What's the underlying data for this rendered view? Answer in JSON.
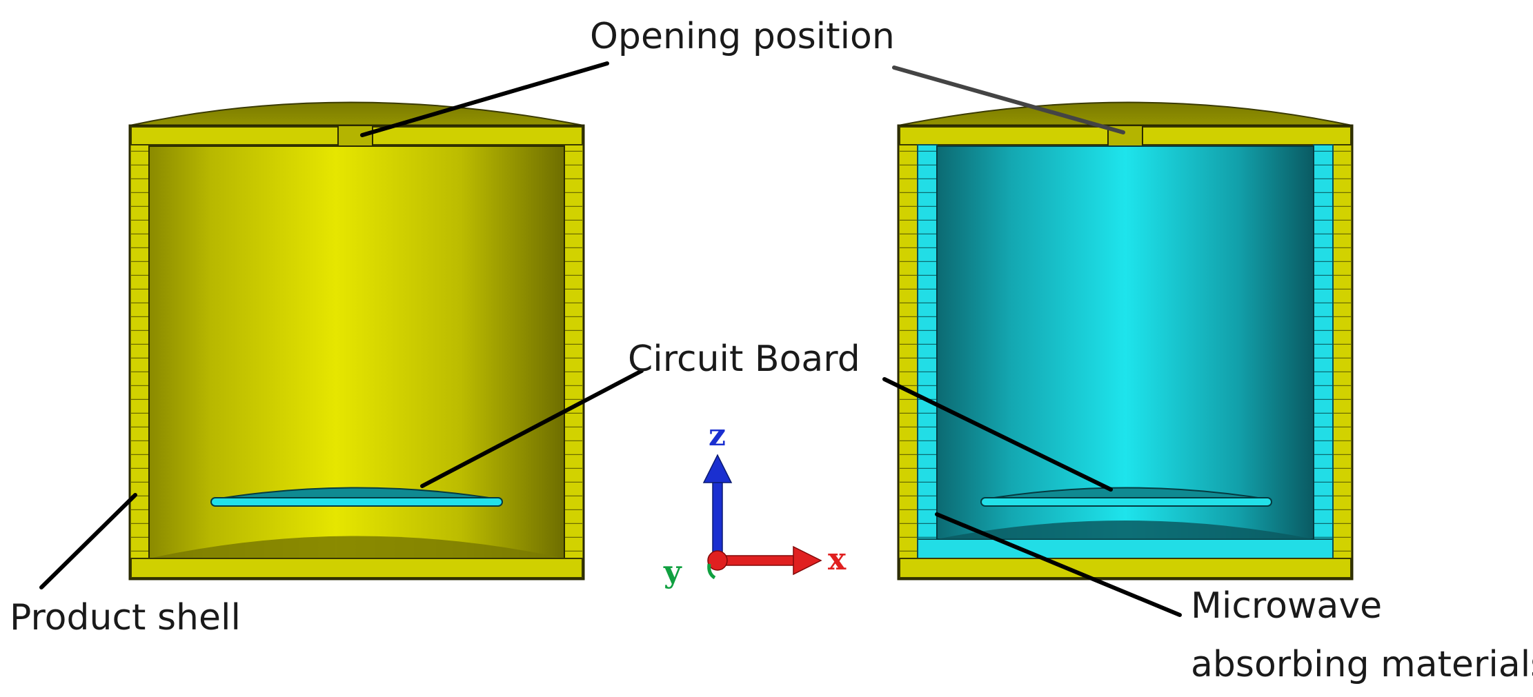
{
  "labels": {
    "opening_position": "Opening position",
    "circuit_board": "Circuit Board",
    "product_shell": "Product shell",
    "microwave_line1": "Microwave",
    "microwave_line2": "absorbing materials"
  },
  "axes": {
    "z": "z",
    "x": "x",
    "y": "y"
  },
  "colors": {
    "shell_yellow": "#c8c800",
    "shell_edge": "#4a4a00",
    "absorber_cyan": "#1ad8e0",
    "board_cyan": "#22e0e8",
    "z_axis": "#1a2fd0",
    "x_axis": "#e02020",
    "y_axis": "#10a040"
  }
}
